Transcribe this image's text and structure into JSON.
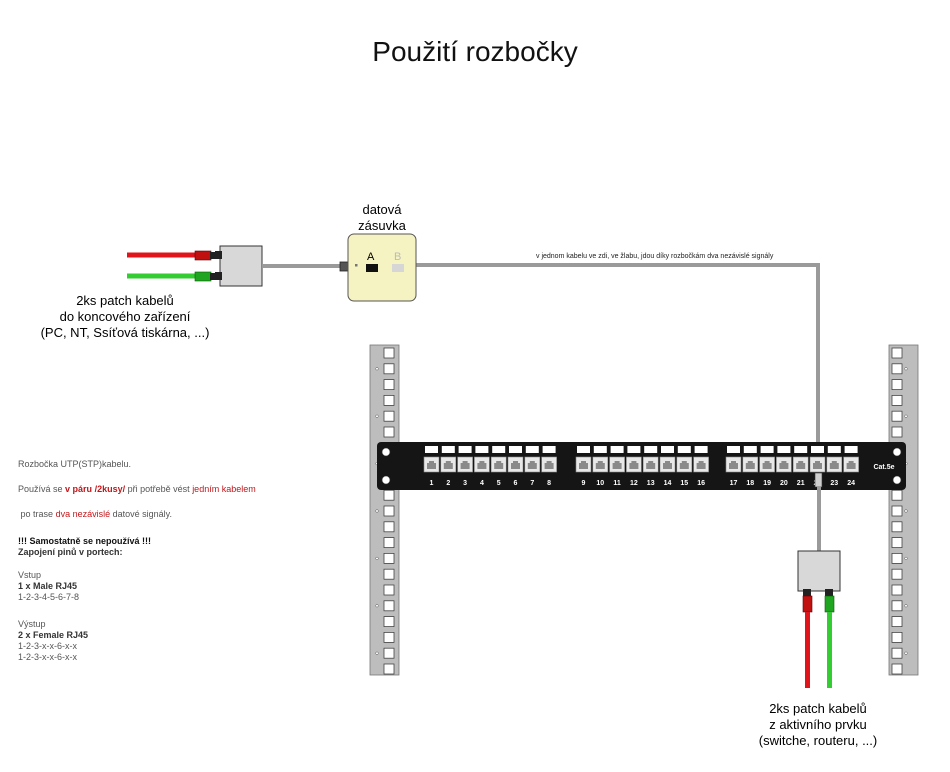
{
  "title": "Použití rozbočky",
  "socket": {
    "label_line1": "datová",
    "label_line2": "zásuvka",
    "port_a": "A",
    "port_b": "B"
  },
  "wire_note": "v jednom kabelu ve zdi, ve žlabu, jdou díky rozbočkám dva nezávislé signály",
  "left_cables": {
    "line1": "2ks patch kabelů",
    "line2": "do koncového zařízení",
    "line3": "(PC, NT, Ssíťová tiskárna, ...)"
  },
  "right_cables": {
    "line1": "2ks patch kabelů",
    "line2": "z aktivního prvku",
    "line3": "(switche, routeru, ...)"
  },
  "patch_panel": {
    "brand": "Cat.5e",
    "ports": [
      "1",
      "2",
      "3",
      "4",
      "5",
      "6",
      "7",
      "8",
      "9",
      "10",
      "11",
      "12",
      "13",
      "14",
      "15",
      "16",
      "17",
      "18",
      "19",
      "20",
      "21",
      "22",
      "23",
      "24"
    ]
  },
  "notes": {
    "intro": "Rozbočka UTP(STP)kabelu.",
    "use_prefix": "Používá se",
    "use_pair": "v páru",
    "use_pieces": "/2kusy/",
    "use_mid": "při potřebě vést",
    "use_one_cable": "jedním kabelem",
    "route_prefix": "po trase",
    "route_two": "dva nezávislé",
    "route_suffix": "datové signály.",
    "warning": "!!! Samostatně se nepoužívá !!!",
    "pinout_title": "Zapojení pinů v portech:",
    "input_title": "Vstup",
    "input_type": "1 x Male RJ45",
    "input_pins": "1-2-3-4-5-6-7-8",
    "output_title": "Výstup",
    "output_type": "2 x Female RJ45",
    "output_pins_1": "1-2-3-x-x-6-x-x",
    "output_pins_2": "1-2-3-x-x-6-x-x"
  },
  "colors": {
    "red_cable": "#e0141a",
    "green_cable": "#33cc33",
    "grey_cable": "#9a9a9a",
    "socket_fill": "#f6f3c2",
    "panel": "#151515",
    "rack": "#bdbdbd",
    "note_red": "#c0171b"
  }
}
